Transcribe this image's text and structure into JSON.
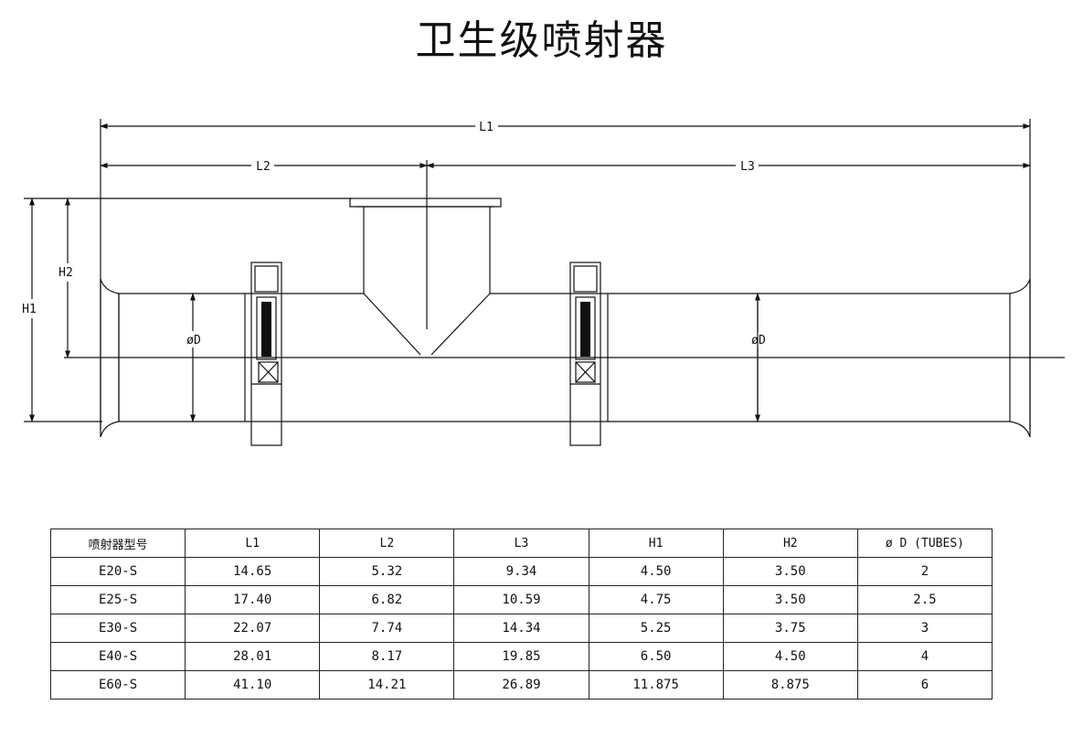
{
  "title": "卫生级喷射器",
  "dimension_labels": {
    "L1": "L1",
    "L2": "L2",
    "L3": "L3",
    "H1": "H1",
    "H2": "H2",
    "D_left": "øD",
    "D_right": "øD"
  },
  "table": {
    "headers": [
      "喷射器型号",
      "L1",
      "L2",
      "L3",
      "H1",
      "H2",
      "ø D (TUBES)"
    ],
    "rows": [
      [
        "E20-S",
        "14.65",
        "5.32",
        "9.34",
        "4.50",
        "3.50",
        "2"
      ],
      [
        "E25-S",
        "17.40",
        "6.82",
        "10.59",
        "4.75",
        "3.50",
        "2.5"
      ],
      [
        "E30-S",
        "22.07",
        "7.74",
        "14.34",
        "5.25",
        "3.75",
        "3"
      ],
      [
        "E40-S",
        "28.01",
        "8.17",
        "19.85",
        "6.50",
        "4.50",
        "4"
      ],
      [
        "E60-S",
        "41.10",
        "14.21",
        "26.89",
        "11.875",
        "8.875",
        "6"
      ]
    ]
  }
}
